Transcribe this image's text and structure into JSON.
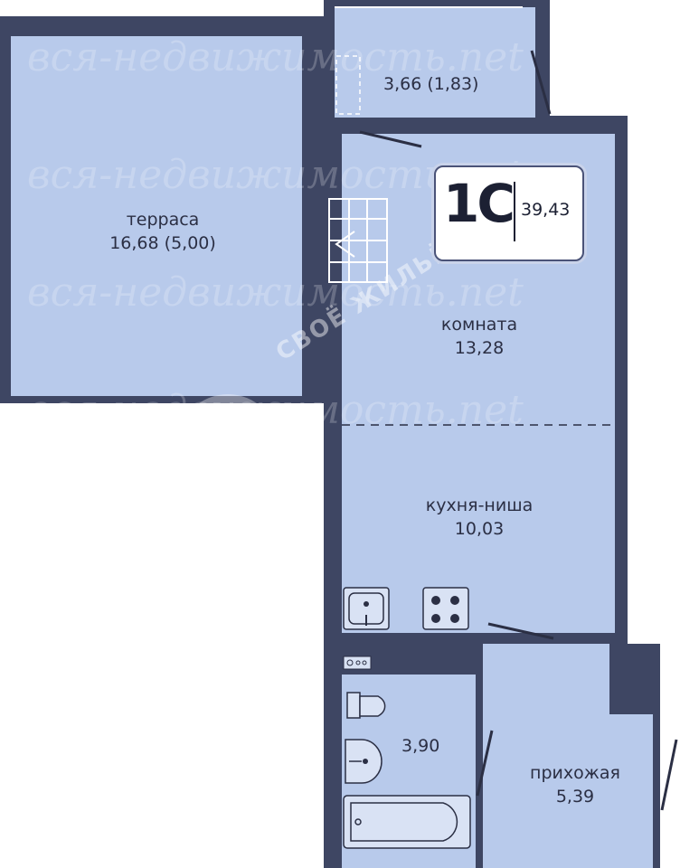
{
  "apartment": {
    "type": "1С",
    "total_area": "39,43"
  },
  "rooms": {
    "balcony": {
      "area": "3,66 (1,83)"
    },
    "terrace": {
      "name": "терраса",
      "area": "16,68 (5,00)"
    },
    "room": {
      "name": "комната",
      "area": "13,28"
    },
    "kitchen": {
      "name": "кухня-ниша",
      "area": "10,03"
    },
    "bathroom": {
      "area": "3,90"
    },
    "hallway": {
      "name": "прихожая",
      "area": "5,39"
    }
  },
  "watermark": {
    "text": "вся-недвижимость.net",
    "brand": "СВОЁ ЖИЛЬЁ"
  },
  "colors": {
    "wall": "#3e4663",
    "floor": "#b8caeb",
    "fixture": "#d9e2f4",
    "text": "#2b2f44"
  }
}
